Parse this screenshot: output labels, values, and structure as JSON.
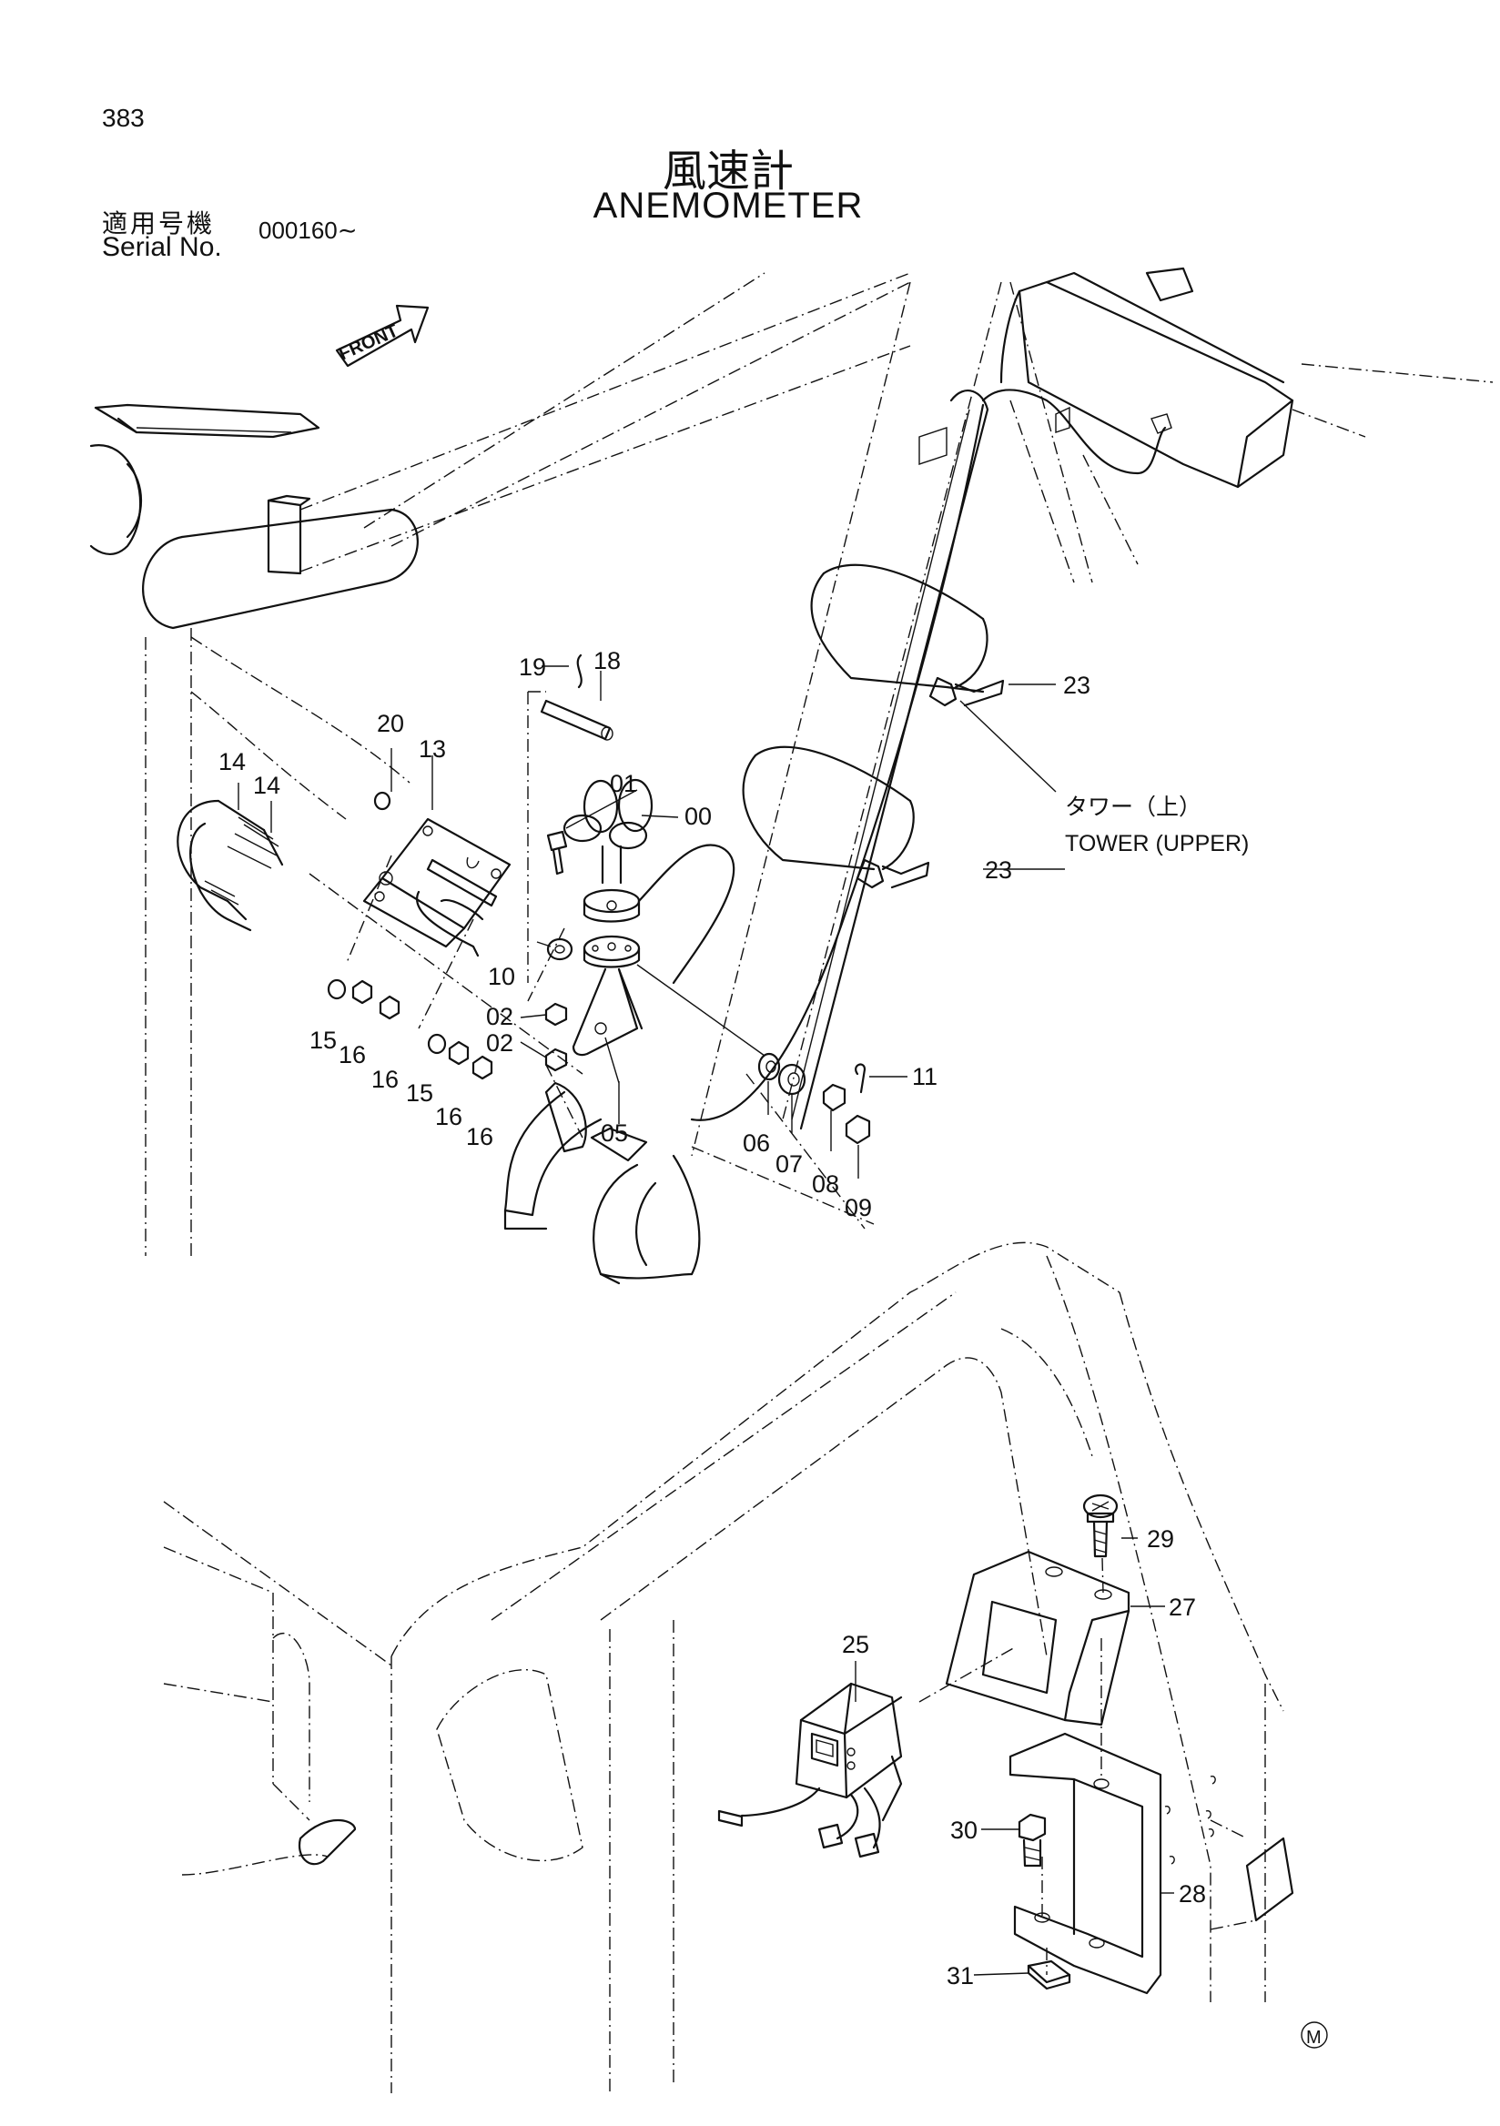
{
  "header": {
    "page_number": "383",
    "title_jp": "風速計",
    "title_en": "ANEMOMETER",
    "serial_label_jp": "適用号機",
    "serial_label_en": "Serial No.",
    "serial_range": "000160∼"
  },
  "direction_label": "FRONT",
  "tower_label": {
    "jp": "タワー（上）",
    "en": "TOWER (UPPER)"
  },
  "part_callouts": [
    "00",
    "01",
    "02",
    "02",
    "05",
    "06",
    "07",
    "08",
    "09",
    "10",
    "11",
    "13",
    "14",
    "14",
    "15",
    "15",
    "16",
    "16",
    "16",
    "16",
    "18",
    "19",
    "20",
    "23",
    "23",
    "25",
    "27",
    "28",
    "29",
    "30",
    "31"
  ],
  "footer_mark": "M"
}
